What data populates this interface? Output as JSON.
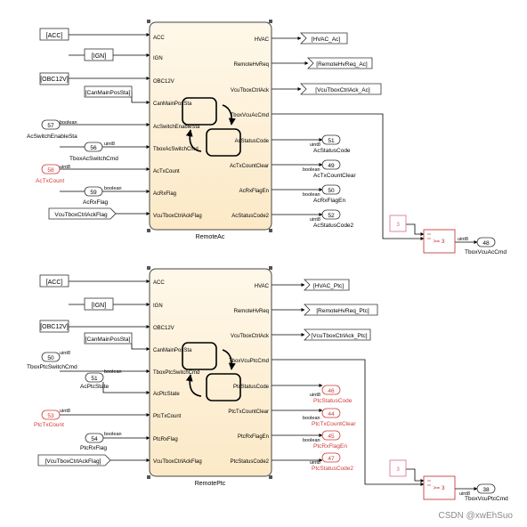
{
  "colors": {
    "block_fill": "#fdf2dc",
    "block_stroke": "#444444",
    "signal_line": "#000000",
    "highlight_red": "#d03a3a",
    "const_pink": "#d86a9a",
    "compare_red": "#c02828"
  },
  "upper": {
    "block_name": "RemoteAc",
    "in_tags": [
      "[ACC]",
      "[IGN]",
      "[OBC12V]",
      "[CanMainPosSta]"
    ],
    "in_ports": [
      "ACC",
      "IGN",
      "OBC12V",
      "CanMainPosSta",
      "AcSwitchEnableSta",
      "TboxAcSwitchCmd",
      "AcTxCount",
      "AcRxFlag",
      "VcuTboxCtrlAckFlag"
    ],
    "inports": [
      {
        "num": "57",
        "label": "AcSwitchEnableSta",
        "type": "boolean"
      },
      {
        "num": "56",
        "label": "TboxAcSwitchCmd",
        "type": "uint8"
      },
      {
        "num": "58",
        "label": "AcTxCount",
        "type": "uint8"
      },
      {
        "num": "59",
        "label": "AcRxFlag",
        "type": "boolean"
      }
    ],
    "in_goto_flag": "VcuTboxCtrlAckFlag",
    "out_ports": [
      "HVAC",
      "RemoteHvReq",
      "VcuTboxCtrlAck",
      "TboxVcuAcCmd",
      "AcStatusCode",
      "AcTxCountClear",
      "AcRxFlagEn",
      "AcStatusCode2"
    ],
    "out_gotos": [
      "[HVAC_Ac]",
      "[RemoteHvReq_Ac]",
      "[VcuTboxCtrlAck_Ac]"
    ],
    "outports": [
      {
        "num": "51",
        "label": "AcStatusCode",
        "type": "uint8"
      },
      {
        "num": "49",
        "label": "AcTxCountClear",
        "type": "boolean"
      },
      {
        "num": "50",
        "label": "AcRxFlagEn",
        "type": "boolean"
      },
      {
        "num": "52",
        "label": "AcStatusCode2",
        "type": "uint8"
      }
    ],
    "const_value": "3",
    "compare_label": ">= 3",
    "final_out": {
      "num": "48",
      "label": "TboxVcuAcCmd",
      "type": "uint8"
    }
  },
  "lower": {
    "block_name": "RemotePtc",
    "in_tags": [
      "[ACC]",
      "[IGN]",
      "[OBC12V]",
      "[CanMainPosSta]"
    ],
    "in_ports": [
      "ACC",
      "IGN",
      "OBC12V",
      "CanMainPosSta",
      "TboxPtcSwitchCmd",
      "AcPtcState",
      "PtcTxCount",
      "PtcRxFlag",
      "VcuTboxCtrlAckFlag"
    ],
    "inports": [
      {
        "num": "50",
        "label": "TboxPtcSwitchCmd",
        "type": "uint8"
      },
      {
        "num": "51",
        "label": "AcPtcState",
        "type": "boolean"
      },
      {
        "num": "53",
        "label": "PtcTxCount",
        "type": "uint8"
      },
      {
        "num": "54",
        "label": "PtcRxFlag",
        "type": "boolean"
      }
    ],
    "in_goto_flag": "[VcuTboxCtrlAckFlag]",
    "out_ports": [
      "HVAC",
      "RemoteHvReq",
      "VcuTboxCtrlAck",
      "TboxVcuPtcCmd",
      "PtcStatusCode",
      "PtcTxCountClear",
      "PtcRxFlagEn",
      "PtcStatusCode2"
    ],
    "out_gotos": [
      "[HVAC_Ptc]",
      "[RemoteHvReq_Ptc]",
      "[VcuTboxCtrlAck_Ptc]"
    ],
    "outports": [
      {
        "num": "46",
        "label": "PtcStatusCode",
        "type": "uint8"
      },
      {
        "num": "44",
        "label": "PtcTxCountClear",
        "type": "boolean"
      },
      {
        "num": "45",
        "label": "PtcRxFlagEn",
        "type": "boolean"
      },
      {
        "num": "47",
        "label": "PtcStatusCode2",
        "type": "uint8"
      }
    ],
    "const_value": "3",
    "compare_label": ">= 3",
    "final_out": {
      "num": "38",
      "label": "TboxVcuPtcCmd",
      "type": "uint8"
    }
  },
  "watermark": "CSDN @xwEhSuo"
}
